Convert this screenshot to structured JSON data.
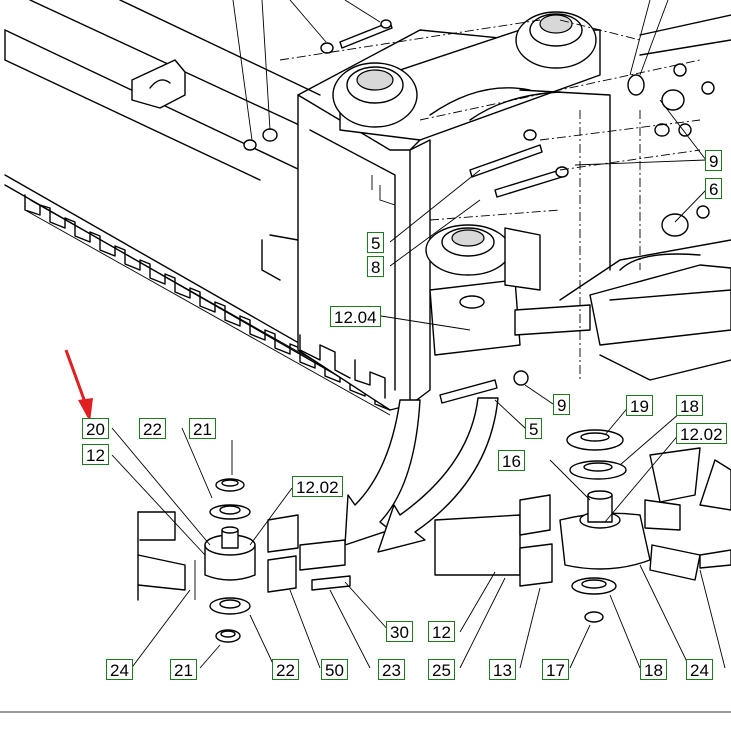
{
  "diagram": {
    "accent_color": "#1f7a1f",
    "pointer_color": "#e02020",
    "labels": {
      "l5a": "5",
      "l8": "8",
      "l6": "6",
      "l9a": "9",
      "l1204": "12.04",
      "l9b": "9",
      "l5b": "5",
      "l20": "20",
      "l12a": "12",
      "l22a": "22",
      "l21a": "21",
      "l1202a": "12.02",
      "l19": "19",
      "l18a": "18",
      "l1202b": "12.02",
      "l16": "16",
      "l24a": "24",
      "l21b": "21",
      "l22b": "22",
      "l50": "50",
      "l23": "23",
      "l30": "30",
      "l12b": "12",
      "l25": "25",
      "l13": "13",
      "l17": "17",
      "l18b": "18",
      "l24b": "24"
    }
  }
}
